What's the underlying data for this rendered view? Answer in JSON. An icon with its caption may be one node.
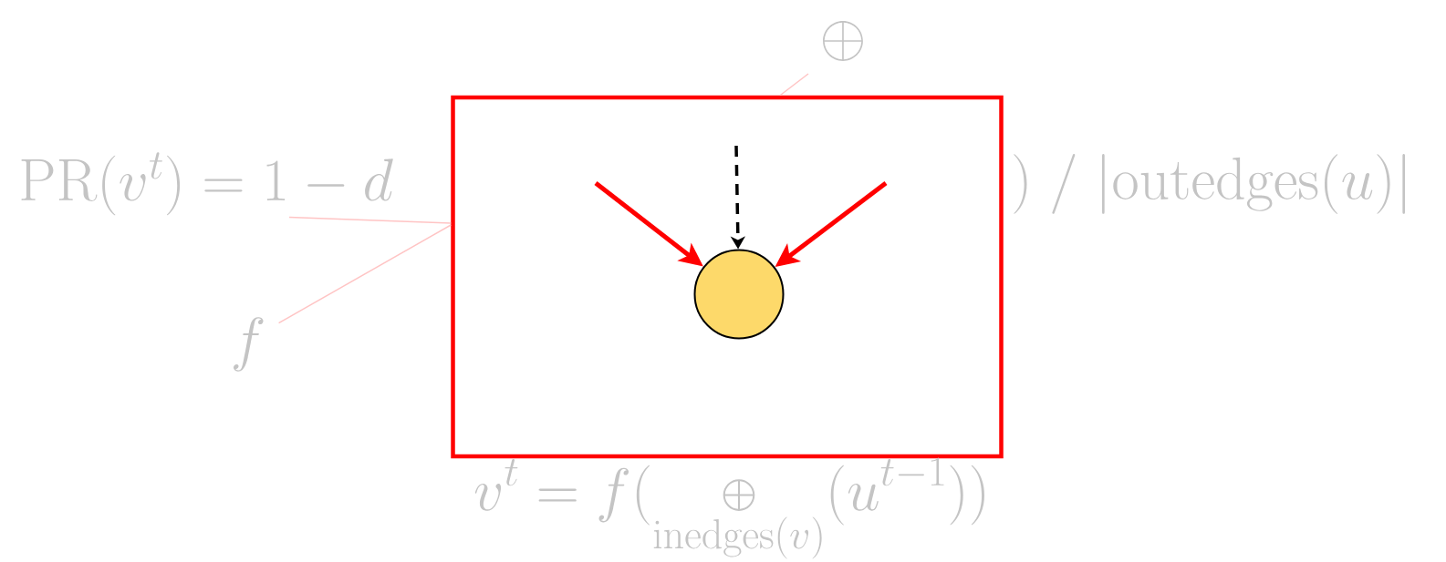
{
  "diagram": {
    "nodes": [
      {
        "text": [],
        "shape": "box"
      },
      {
        "text": [],
        "shape": "circle",
        "in": 0
      },
      {
        "text": [
          "\\oplus"
        ]
      },
      {
        "text": [
          "\\mathrm{PR}(v^t) = 1 - d"
        ]
      },
      {
        "text": [
          "f"
        ]
      }
    ],
    "edges": [
      {
        "from": null,
        "to": 1,
        "arrow": "to",
        "style": "thick",
        "color": "#ff0000"
      },
      {
        "from": null,
        "to": 1,
        "arrow": "to",
        "style": "dashed",
        "color": "#000000"
      },
      {
        "from": null,
        "to": 1,
        "arrow": "to",
        "style": "thick",
        "color": "#ff0000"
      },
      {
        "from": 2,
        "to": 0,
        "arrow": "none",
        "color": "#ffc4c4"
      },
      {
        "from": 3,
        "to": 0,
        "arrow": "none",
        "color": "#ffc4c4"
      },
      {
        "from": 4,
        "to": 0,
        "arrow": "none",
        "color": "#ffc4c4"
      }
    ],
    "labels": [
      ") \\ / \\ |\\mathrm{outedges}(u)|",
      "v^t = f(\\bigoplus_{\\mathrm{inedges}(v)} (u^{t-1}))"
    ]
  }
}
